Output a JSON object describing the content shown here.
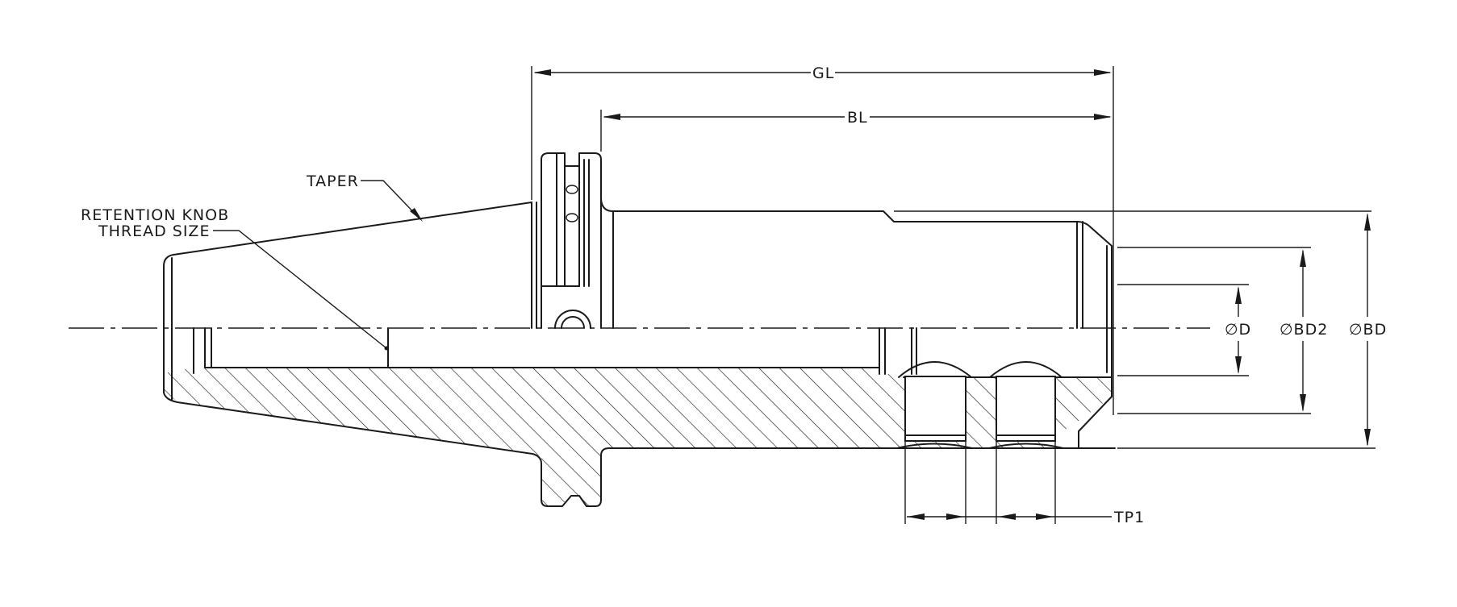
{
  "labels": {
    "gl": "GL",
    "bl": "BL",
    "taper": "TAPER",
    "retention_knob": "RETENTION  KNOB",
    "thread_size": "THREAD  SIZE",
    "dia_d": "∅D",
    "dia_bd2": "∅BD2",
    "dia_bd": "∅BD",
    "tp1": "TP1"
  },
  "colors": {
    "line": "#1a1a1a",
    "background": "#ffffff"
  }
}
